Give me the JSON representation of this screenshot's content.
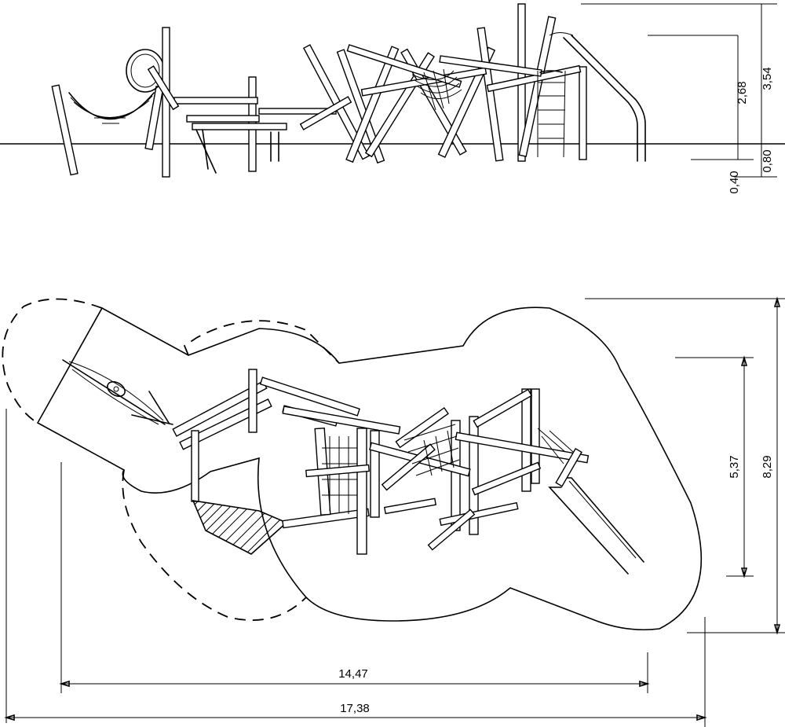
{
  "dimensions": {
    "height_total": "3,54",
    "height_platform": "2,68",
    "depth_below": "0,80",
    "foundation": "0,40",
    "plan_width_inner": "5,37",
    "plan_width_outer": "8,29",
    "length_inner": "14,47",
    "length_outer": "17,38"
  }
}
